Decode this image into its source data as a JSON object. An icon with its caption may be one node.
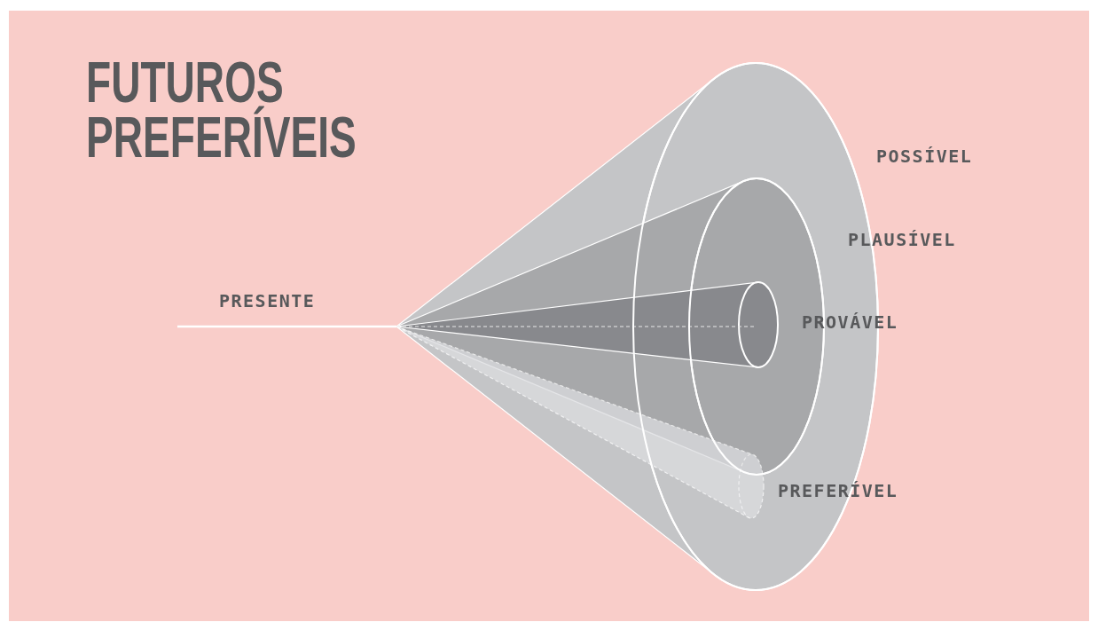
{
  "diagram": {
    "title": "FUTUROS PREFERÍVEIS",
    "labels": [
      "POSSÍVEL",
      "PLAUSÍVEL",
      "PRESENTE",
      "PROVÁVEL",
      "PREFERÍVEL"
    ]
  }
}
